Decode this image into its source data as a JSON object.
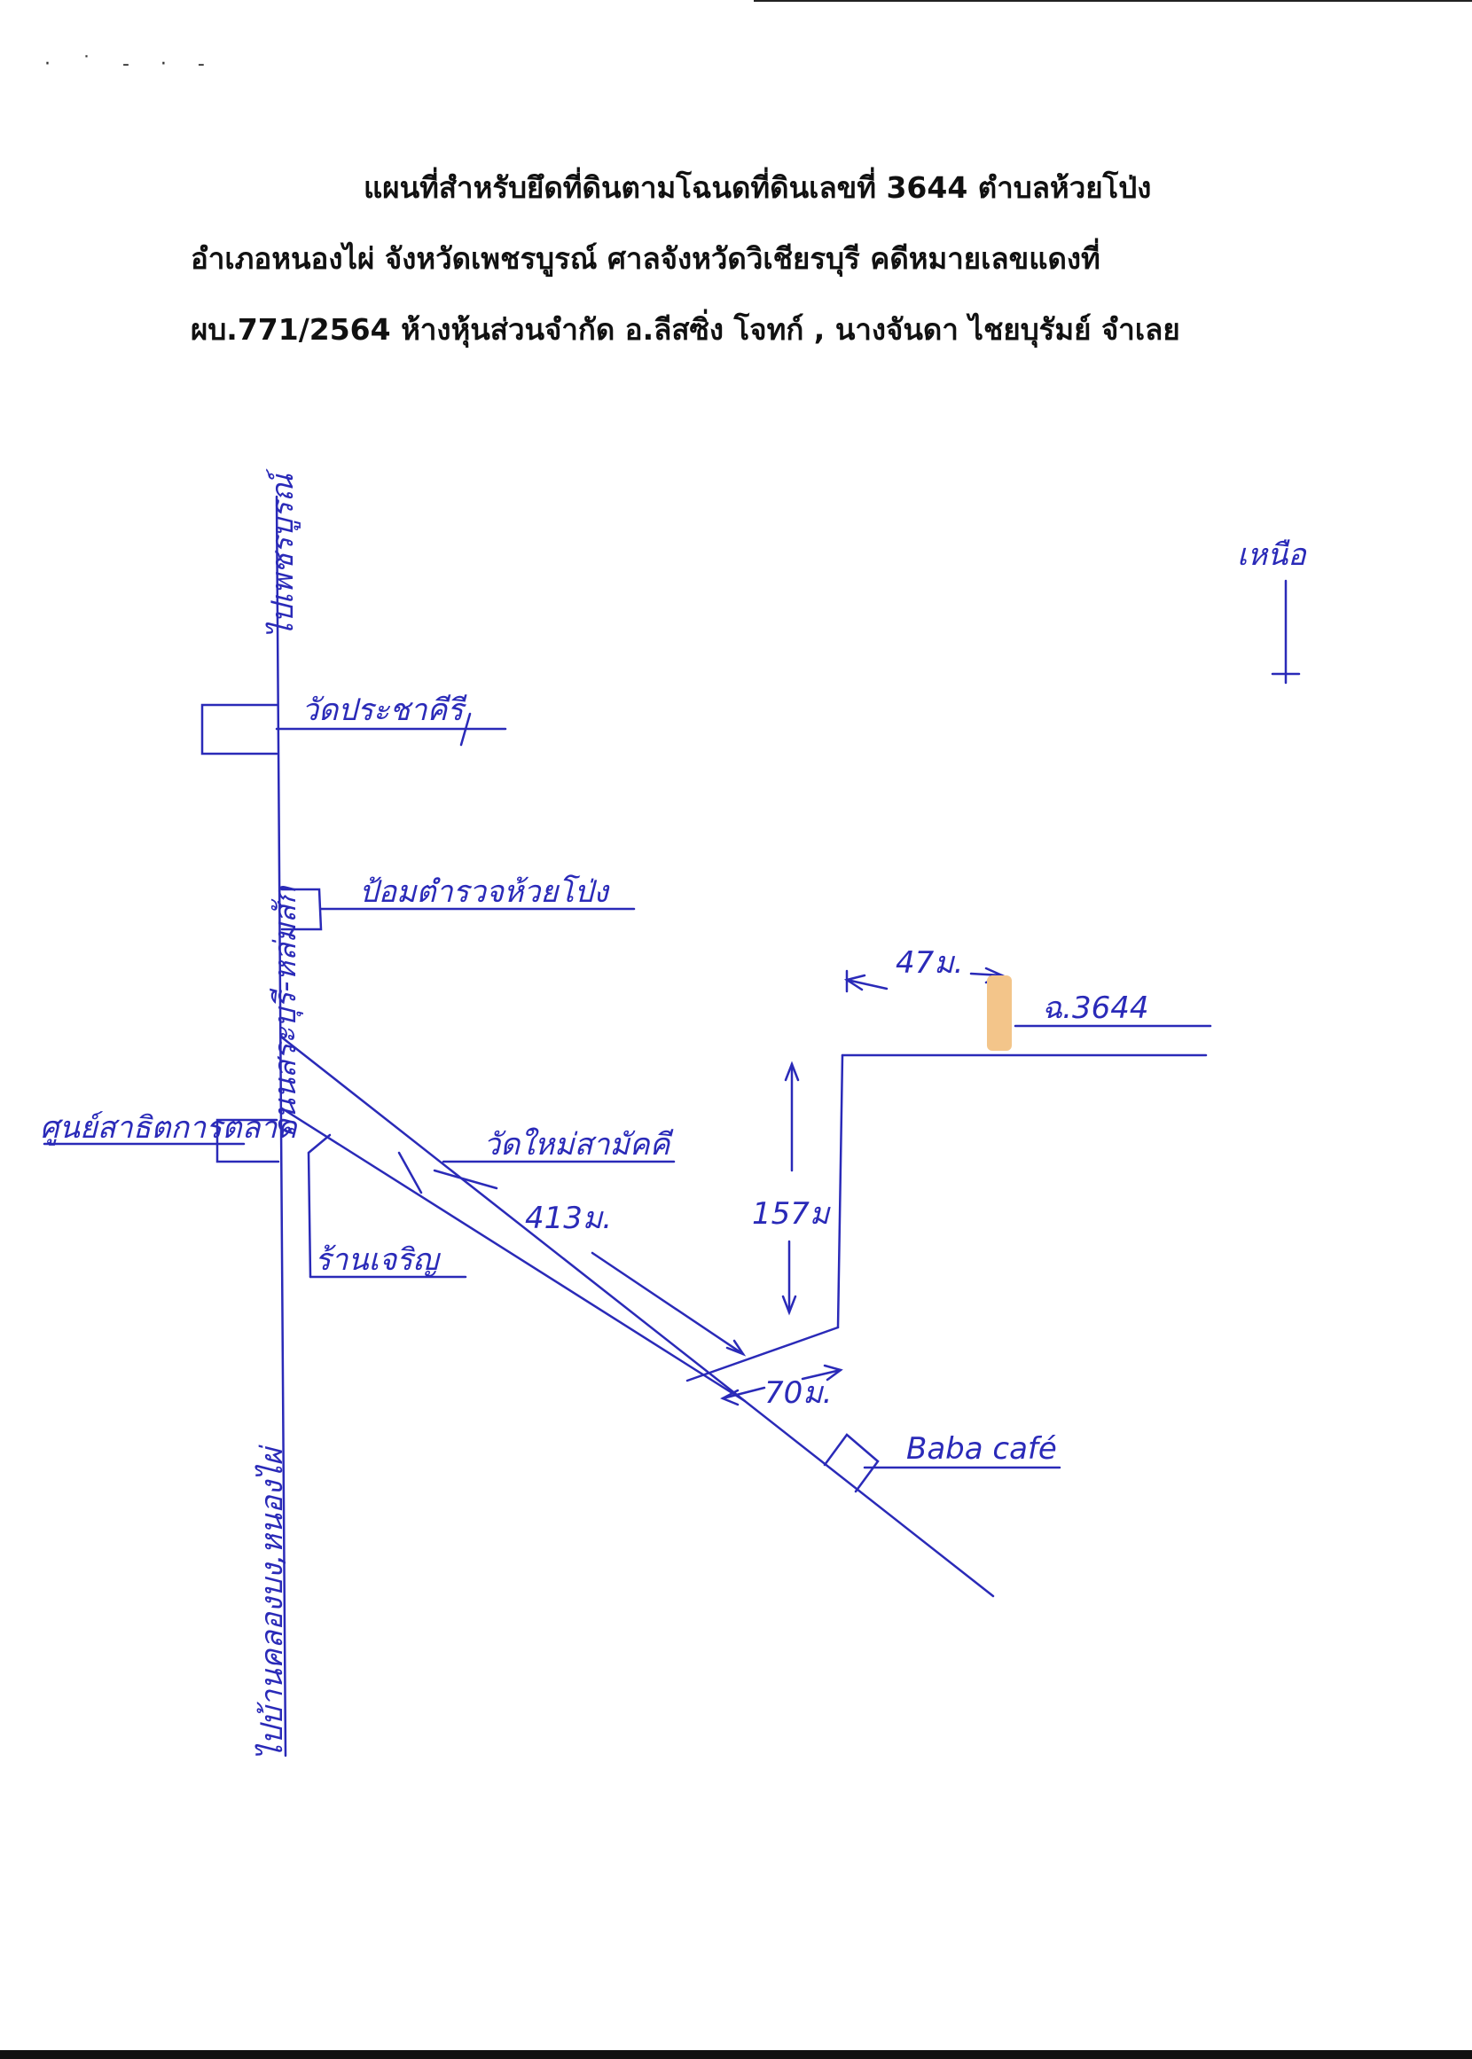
{
  "header": {
    "line1": "แผนที่สำหรับยึดที่ดินตามโฉนดที่ดินเลขที่ 3644 ตำบลห้วยโป่ง",
    "line2": "อำเภอหนองไผ่ จังหวัดเพชรบูรณ์ ศาลจังหวัดวิเชียรบุรี คดีหมายเลขแดงที่",
    "line3": "ผบ.771/2564 ห้างหุ้นส่วนจำกัด อ.ลีสซิ่ง โจทก์ , นางจันดา ไชยบุรัมย์  จำเลย"
  },
  "map": {
    "north_label": "เหนือ",
    "to_phetchabun": "ไปเพชรบูรณ์",
    "to_khlong": "ไปบ้านคลองบง,หนองไผ่",
    "main_road": "ถนนสระบุรี-หล่มสัก",
    "wat_prachakiri": "วัดประชาคีรี",
    "police_station": "ป้อมตำรวจห้วยโป่ง",
    "cooperative": "ศูนย์สาธิตการตลาด",
    "shop": "ร้านเจริญ",
    "wat_nai_mai": "วัดใหม่สามัคคี",
    "dist_413": "413ม.",
    "dist_157": "157ม",
    "dist_70": "70ม.",
    "dist_47": "47ม.",
    "parcel_label": "ฉ.3644",
    "cafe": "Baba café",
    "colors": {
      "ink": "#2a2ab8",
      "parcel_fill": "#f3c58a"
    }
  }
}
